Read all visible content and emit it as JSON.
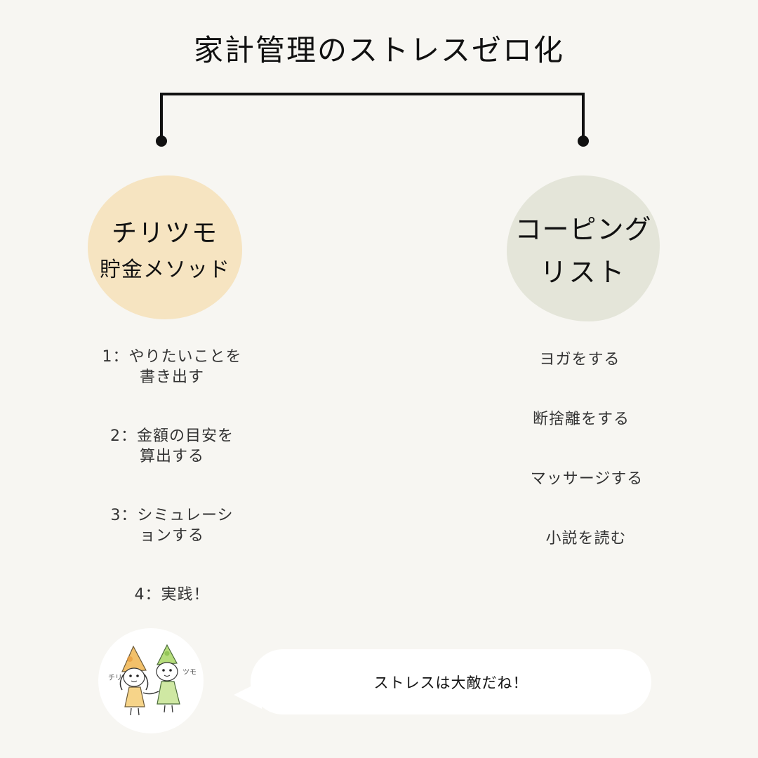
{
  "title": "家計管理のストレスゼロ化",
  "left": {
    "heading_line1": "チリツモ",
    "heading_line2": "貯金メソッド",
    "steps": [
      {
        "line1": "1：やりたいことを",
        "line2": "書き出す"
      },
      {
        "line1": "2：金額の目安を",
        "line2": "算出する"
      },
      {
        "line1": "3：シミュレーシ",
        "line2": "ョンする"
      },
      {
        "line1": "4：実践！",
        "line2": ""
      }
    ]
  },
  "right": {
    "heading_line1": "コーピング",
    "heading_line2": "リスト",
    "items": [
      "ヨガをする",
      "断捨離をする",
      "マッサージする",
      "小説を読む"
    ]
  },
  "characters": {
    "left_name": "チリ",
    "right_name": "ツモ"
  },
  "speech": "ストレスは大敵だね！",
  "colors": {
    "background": "#f7f6f2",
    "left_blob": "#f6e4c1",
    "right_blob": "#e4e5d9",
    "line": "#111111"
  }
}
